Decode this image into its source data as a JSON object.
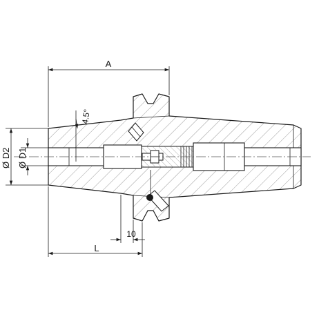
{
  "drawing": {
    "labels": {
      "length_a": "A",
      "length_l": "L",
      "angle": "4.5°",
      "flange_dim": "10",
      "diameter_d2": "Ø D2",
      "diameter_d1": "Ø D1"
    },
    "colors": {
      "line": "#1a1a1a",
      "background": "#ffffff",
      "hatch": "#6e6e6e"
    },
    "icons": {
      "diameter_symbol": "diameter-icon",
      "arrowhead": "arrowhead-icon"
    }
  }
}
